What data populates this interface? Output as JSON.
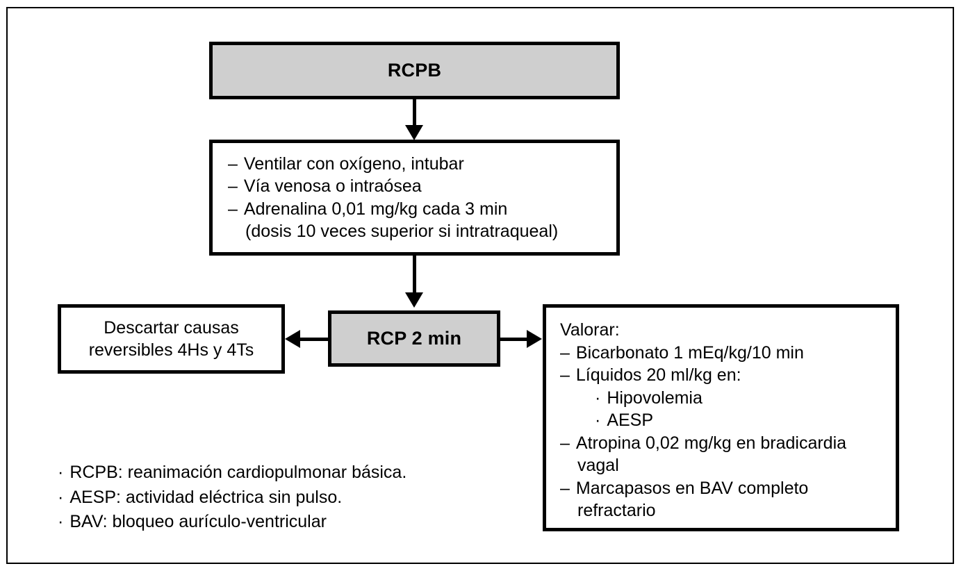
{
  "diagram": {
    "title_box": {
      "label": "RCPB"
    },
    "airway_box": {
      "items": [
        {
          "bullet": "–",
          "text": "Ventilar con oxígeno, intubar"
        },
        {
          "bullet": "–",
          "text": "Vía venosa o intraósea"
        },
        {
          "bullet": "–",
          "text": "Adrenalina 0,01 mg/kg cada 3 min"
        }
      ],
      "continuation": "(dosis 10 veces superior si intratraqueal)"
    },
    "cpr_box": {
      "label": "RCP 2 min"
    },
    "reversible_box": {
      "line1": "Descartar causas",
      "line2": "reversibles 4Hs y 4Ts"
    },
    "valorar_box": {
      "heading": "Valorar:",
      "items": [
        {
          "bullet": "–",
          "text": "Bicarbonato 1 mEq/kg/10 min",
          "level": 1
        },
        {
          "bullet": "–",
          "text": "Líquidos 20 ml/kg en:",
          "level": 1
        },
        {
          "bullet": "·",
          "text": "Hipovolemia",
          "level": 2
        },
        {
          "bullet": "·",
          "text": "AESP",
          "level": 2
        },
        {
          "bullet": "–",
          "text": "Atropina 0,02 mg/kg en bradicardia",
          "level": 1
        },
        {
          "bullet": "",
          "text": "vagal",
          "level": 0
        },
        {
          "bullet": "–",
          "text": "Marcapasos en BAV completo",
          "level": 1
        },
        {
          "bullet": "",
          "text": "refractario",
          "level": 0
        }
      ]
    },
    "legend": [
      {
        "bullet": "·",
        "text": "RCPB: reanimación cardiopulmonar básica."
      },
      {
        "bullet": "·",
        "text": "AESP: actividad eléctrica sin pulso."
      },
      {
        "bullet": "·",
        "text": "BAV: bloqueo aurículo-ventricular"
      }
    ],
    "colors": {
      "fill_gray": "#cfcfcf",
      "stroke": "#000000",
      "background": "#ffffff"
    }
  }
}
